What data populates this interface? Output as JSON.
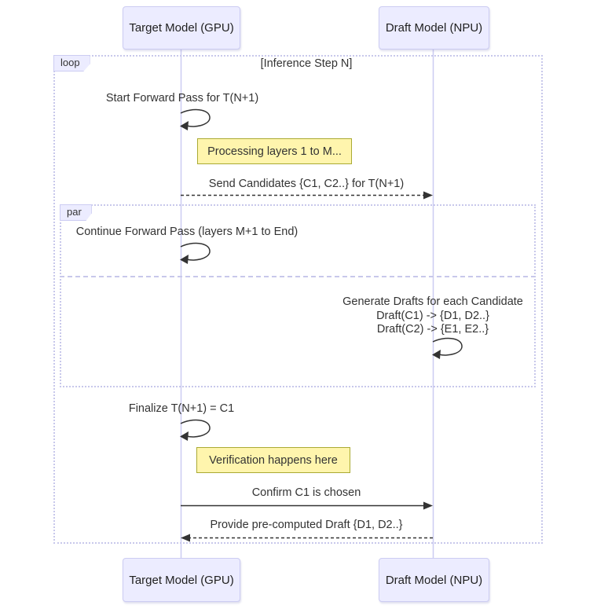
{
  "actors": [
    {
      "label": "Target Model (GPU)"
    },
    {
      "label": "Draft Model (NPU)"
    }
  ],
  "loop_frame": {
    "label": "loop",
    "condition": "[Inference Step N]"
  },
  "par_frame": {
    "label": "par"
  },
  "messages": [
    {
      "text": "Start Forward Pass for T(N+1)"
    },
    {
      "text": "Send Candidates {C1, C2..} for T(N+1)"
    },
    {
      "text": "Continue Forward Pass (layers M+1 to End)"
    },
    {
      "lines": [
        "Generate Drafts for each Candidate",
        "Draft(C1) -> {D1, D2..}",
        "Draft(C2) -> {E1, E2..}"
      ]
    },
    {
      "text": "Finalize T(N+1) = C1"
    },
    {
      "text": "Confirm C1 is chosen"
    },
    {
      "text": "Provide pre-computed Draft {D1, D2..}"
    }
  ],
  "notes": [
    {
      "text": "Processing layers 1 to M..."
    },
    {
      "text": "Verification happens here"
    }
  ],
  "colors": {
    "actor_fill": "#ECECFF",
    "actor_border": "#CCCCF2",
    "lifeline": "#CCCCF2",
    "frame_border": "#C8C8EB",
    "note_fill": "#FFF5AD",
    "note_border": "#AAAA33",
    "arrow": "#333333"
  }
}
